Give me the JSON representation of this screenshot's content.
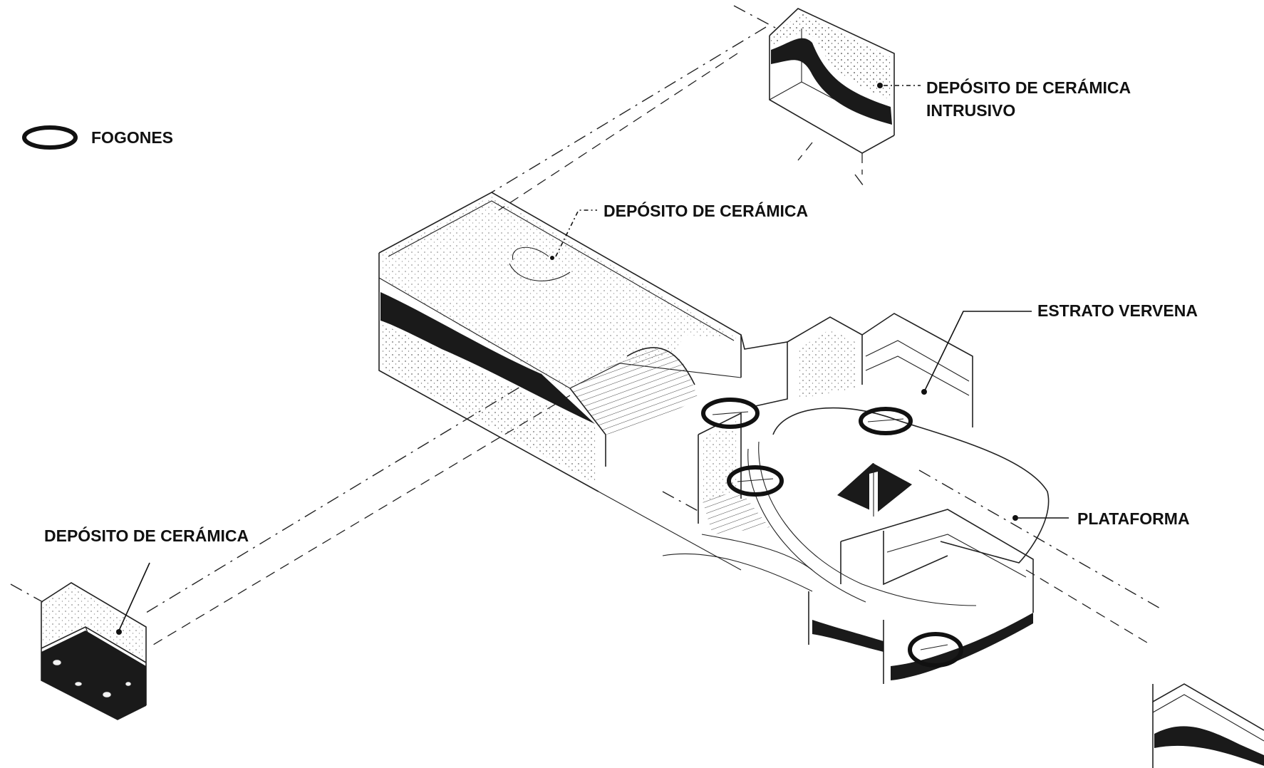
{
  "legend": {
    "symbol_icon": "ring-ellipse-icon",
    "label": "FOGONES"
  },
  "labels": {
    "intrusive_deposit_line1": "DEPÓSITO DE CERÁMICA",
    "intrusive_deposit_line2": "INTRUSIVO",
    "ceramic_deposit_top": "DEPÓSITO DE CERÁMICA",
    "vervena_stratum": "ESTRATO VERVENA",
    "platform": "PLATAFORMA",
    "ceramic_deposit_left": "DEPÓSITO DE CERÁMICA"
  },
  "colors": {
    "ink": "#111111",
    "background": "#ffffff"
  }
}
